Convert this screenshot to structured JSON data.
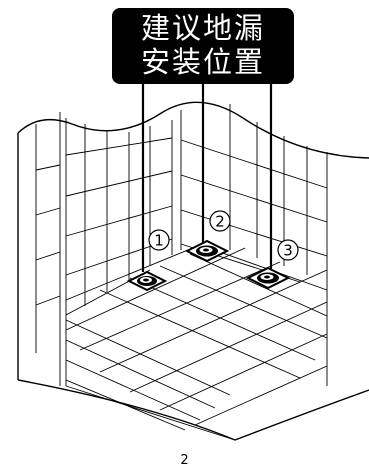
{
  "title": {
    "line1": "建议地漏",
    "line2": "安装位置"
  },
  "callouts": [
    {
      "label": "1",
      "glyph": "①"
    },
    {
      "label": "2",
      "glyph": "②"
    },
    {
      "label": "3",
      "glyph": "③"
    }
  ],
  "page_number": "2",
  "icons": [
    "floor-drain-icon"
  ],
  "colors": {
    "ink": "#000000",
    "paper": "#ffffff"
  }
}
